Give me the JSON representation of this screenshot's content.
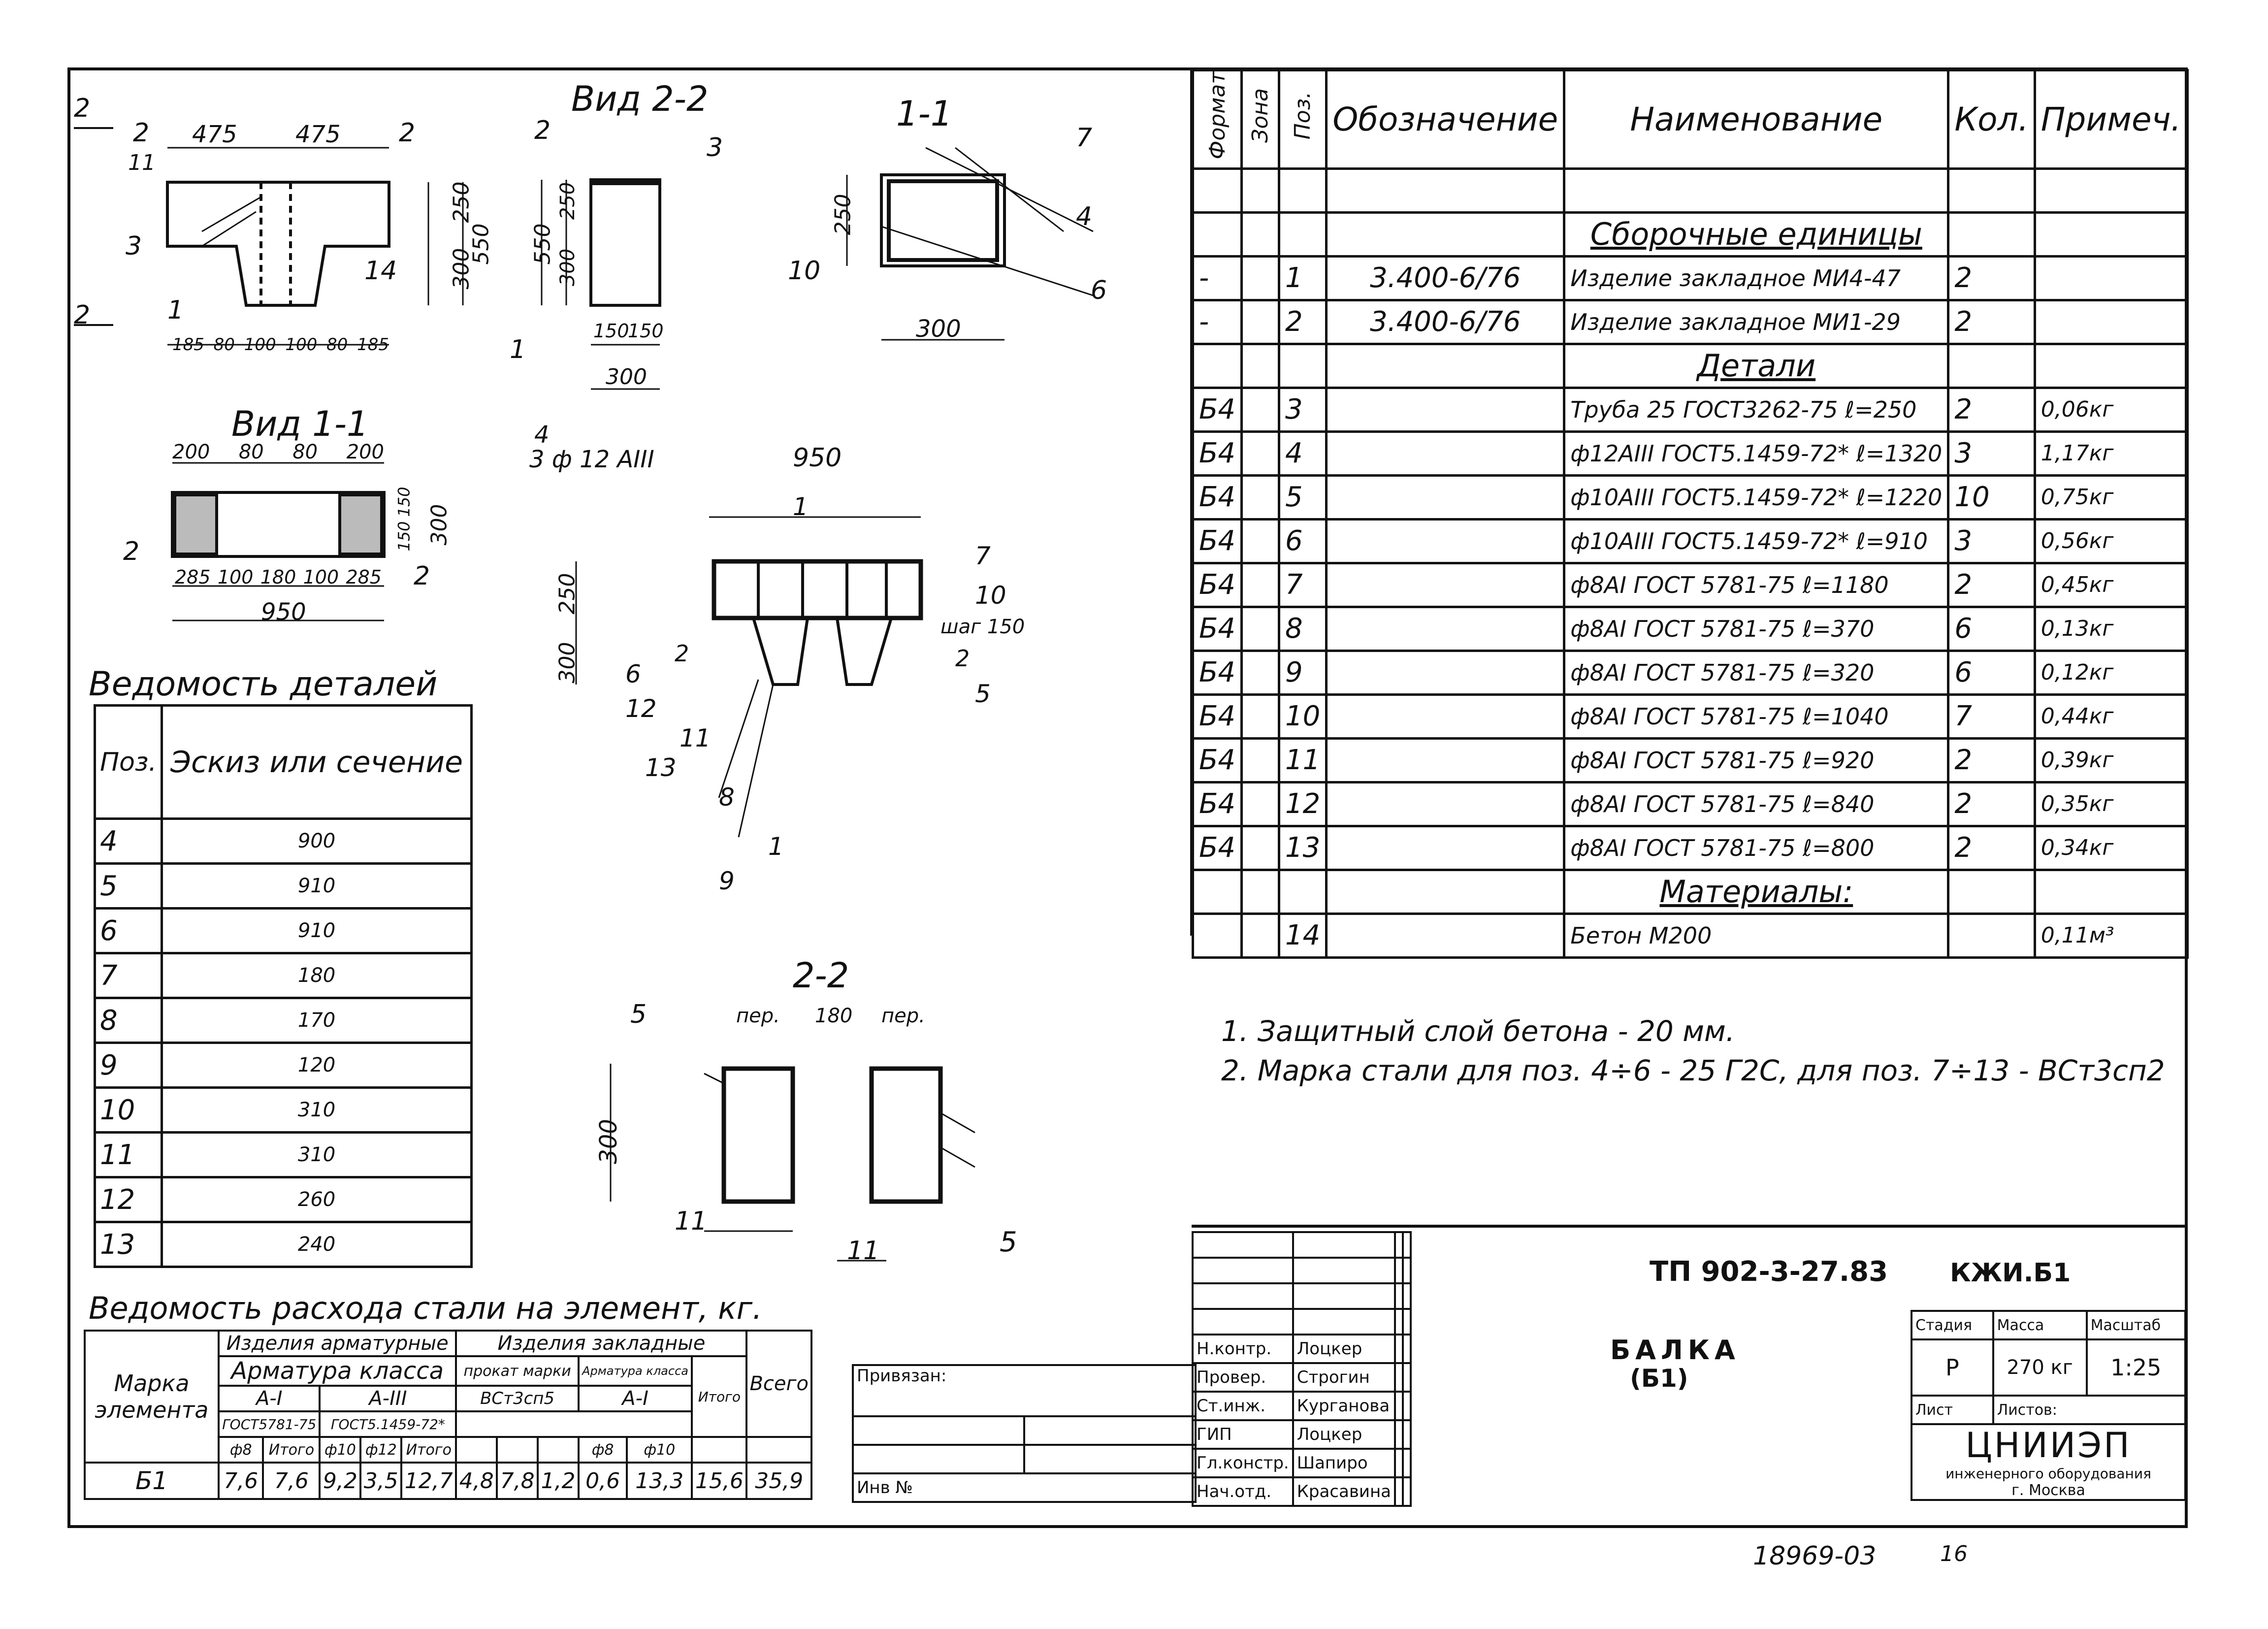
{
  "views": {
    "view22_title": "Вид 2-2",
    "section11_title": "1-1",
    "view11_title": "Вид 1-1",
    "section22_title": "2-2",
    "front": {
      "d475a": "475",
      "d475b": "475",
      "d250": "250",
      "d300": "300",
      "d550": "550",
      "bottom": [
        "185",
        "80",
        "100",
        "100",
        "80",
        "185"
      ],
      "labels": [
        "2",
        "2",
        "3",
        "14",
        "1",
        "11"
      ],
      "section_mark": "2"
    },
    "side": {
      "d550": "550",
      "d250": "250",
      "d300": "300",
      "d150a": "150",
      "d150b": "150",
      "d300b": "300",
      "labels": [
        "2",
        "3",
        "1"
      ]
    },
    "sec11": {
      "d250": "250",
      "d300": "300",
      "labels": [
        "7",
        "4",
        "10",
        "6"
      ]
    },
    "v11": {
      "top": [
        "200",
        "80",
        "80",
        "200"
      ],
      "right": [
        "150",
        "150",
        "300"
      ],
      "bottom": [
        "285",
        "100",
        "180",
        "100",
        "285"
      ],
      "total": "950",
      "labels": [
        "2",
        "2"
      ]
    },
    "frame": {
      "d950": "950",
      "rebar": "3 ф 12 АIII",
      "pos4": "4",
      "d250": "250",
      "d300": "300",
      "shag": "шаг 150",
      "labels": [
        "7",
        "10",
        "5",
        "6",
        "12",
        "11",
        "13",
        "8",
        "9",
        "1",
        "2",
        "1",
        "2"
      ]
    },
    "sec22": {
      "d300": "300",
      "per1": "пер.",
      "d180": "180",
      "per2": "пер.",
      "labels": [
        "5",
        "11",
        "11",
        "5"
      ]
    }
  },
  "details": {
    "title": "Ведомость деталей",
    "header": [
      "Поз.",
      "Эскиз или сечение"
    ],
    "rows": [
      {
        "pos": "4",
        "sketch": "900"
      },
      {
        "pos": "5",
        "sketch": "910"
      },
      {
        "pos": "6",
        "sketch": "910"
      },
      {
        "pos": "7",
        "sketch": "180"
      },
      {
        "pos": "8",
        "sketch": "170"
      },
      {
        "pos": "9",
        "sketch": "120"
      },
      {
        "pos": "10",
        "sketch": "310"
      },
      {
        "pos": "11",
        "sketch": "310"
      },
      {
        "pos": "12",
        "sketch": "260"
      },
      {
        "pos": "13",
        "sketch": "240"
      }
    ]
  },
  "spec": {
    "header": [
      "Формат",
      "Зона",
      "Поз.",
      "Обозначение",
      "Наименование",
      "Кол.",
      "Примеч."
    ],
    "rows": [
      {
        "fmt": "",
        "zone": "",
        "pos": "",
        "des": "",
        "name": "",
        "qty": "",
        "note": ""
      },
      {
        "fmt": "",
        "zone": "",
        "pos": "",
        "des": "",
        "name": "Сборочные единицы",
        "qty": "",
        "note": "",
        "section": true
      },
      {
        "fmt": "-",
        "zone": "",
        "pos": "1",
        "des": "3.400-6/76",
        "name": "Изделие закладное   МИ4-47",
        "qty": "2",
        "note": ""
      },
      {
        "fmt": "-",
        "zone": "",
        "pos": "2",
        "des": "3.400-6/76",
        "name": "Изделие закладное   МИ1-29",
        "qty": "2",
        "note": ""
      },
      {
        "fmt": "",
        "zone": "",
        "pos": "",
        "des": "",
        "name": "Детали",
        "qty": "",
        "note": "",
        "section": true
      },
      {
        "fmt": "Б4",
        "zone": "",
        "pos": "3",
        "des": "",
        "name": "Труба 25 ГОСТ3262-75 ℓ=250",
        "qty": "2",
        "note": "0,06кг"
      },
      {
        "fmt": "Б4",
        "zone": "",
        "pos": "4",
        "des": "",
        "name": "ф12АIII ГОСТ5.1459-72* ℓ=1320",
        "qty": "3",
        "note": "1,17кг"
      },
      {
        "fmt": "Б4",
        "zone": "",
        "pos": "5",
        "des": "",
        "name": "ф10АIII ГОСТ5.1459-72* ℓ=1220",
        "qty": "10",
        "note": "0,75кг"
      },
      {
        "fmt": "Б4",
        "zone": "",
        "pos": "6",
        "des": "",
        "name": "ф10АIII ГОСТ5.1459-72* ℓ=910",
        "qty": "3",
        "note": "0,56кг"
      },
      {
        "fmt": "Б4",
        "zone": "",
        "pos": "7",
        "des": "",
        "name": "ф8АI ГОСТ 5781-75 ℓ=1180",
        "qty": "2",
        "note": "0,45кг"
      },
      {
        "fmt": "Б4",
        "zone": "",
        "pos": "8",
        "des": "",
        "name": "ф8АI ГОСТ 5781-75 ℓ=370",
        "qty": "6",
        "note": "0,13кг"
      },
      {
        "fmt": "Б4",
        "zone": "",
        "pos": "9",
        "des": "",
        "name": "ф8АI ГОСТ 5781-75 ℓ=320",
        "qty": "6",
        "note": "0,12кг"
      },
      {
        "fmt": "Б4",
        "zone": "",
        "pos": "10",
        "des": "",
        "name": "ф8АI ГОСТ 5781-75 ℓ=1040",
        "qty": "7",
        "note": "0,44кг"
      },
      {
        "fmt": "Б4",
        "zone": "",
        "pos": "11",
        "des": "",
        "name": "ф8АI ГОСТ 5781-75 ℓ=920",
        "qty": "2",
        "note": "0,39кг"
      },
      {
        "fmt": "Б4",
        "zone": "",
        "pos": "12",
        "des": "",
        "name": "ф8АI ГОСТ 5781-75 ℓ=840",
        "qty": "2",
        "note": "0,35кг"
      },
      {
        "fmt": "Б4",
        "zone": "",
        "pos": "13",
        "des": "",
        "name": "ф8АI ГОСТ 5781-75 ℓ=800",
        "qty": "2",
        "note": "0,34кг"
      },
      {
        "fmt": "",
        "zone": "",
        "pos": "",
        "des": "",
        "name": "Материалы:",
        "qty": "",
        "note": "",
        "section": true
      },
      {
        "fmt": "",
        "zone": "",
        "pos": "14",
        "des": "",
        "name": "Бетон   М200",
        "qty": "",
        "note": "0,11м³"
      }
    ]
  },
  "notes": [
    "1. Защитный слой бетона - 20 мм.",
    "2. Марка стали для поз. 4÷6 - 25 Г2С, для поз. 7÷13 - ВСт3сп2"
  ],
  "steel": {
    "title": "Ведомость расхода стали на элемент, кг.",
    "mark_label": "Марка элемента",
    "h_armature": "Изделия арматурные",
    "h_embedded": "Изделия закладные",
    "h_class": "Арматура класса",
    "h_prokat": "прокат марки",
    "h_arm2": "Арматура класса",
    "h_ai": "А-I",
    "h_aiii": "А-III",
    "h_vst": "ВСт3сп5",
    "h_ai2": "А-I",
    "h_itogo": "Итого",
    "h_vsego": "Всего",
    "h_gost1": "ГОСТ5781-75",
    "h_gost2": "ГОСТ5.1459-72*",
    "subcols": [
      "ф8",
      "Итого",
      "ф10",
      "ф12",
      "Итого",
      "",
      "",
      "",
      "ф8",
      "ф10"
    ],
    "row": {
      "mark": "Б1",
      "values": [
        "7,6",
        "7,6",
        "9,2",
        "3,5",
        "12,7",
        "4,8",
        "7,8",
        "1,2",
        "0,6",
        "13,3",
        "15,6",
        "35,9"
      ]
    }
  },
  "titleblock": {
    "privyazan": "Привязан:",
    "inv": "Инв №",
    "code": "ТП 902-3-27.83",
    "sheet": "КЖИ.Б1",
    "name1": "БАЛКА",
    "name2": "(Б1)",
    "stage_h": "Стадия",
    "mass_h": "Масса",
    "scale_h": "Масштаб",
    "stage": "Р",
    "mass": "270 кг",
    "scale": "1:25",
    "list": "Лист",
    "lists": "Листов:",
    "org": "ЦНИИЭП",
    "org2": "инженерного оборудования",
    "city": "г. Москва",
    "roles": [
      {
        "role": "Н.контр.",
        "name": "Лоцкер"
      },
      {
        "role": "Провер.",
        "name": "Строгин"
      },
      {
        "role": "Ст.инж.",
        "name": "Курганова"
      },
      {
        "role": "ГИП",
        "name": "Лоцкер"
      },
      {
        "role": "Гл.констр.",
        "name": "Шапиро"
      },
      {
        "role": "Нач.отд.",
        "name": "Красавина"
      }
    ],
    "footer_num": "18969-03",
    "footer_page": "16"
  }
}
